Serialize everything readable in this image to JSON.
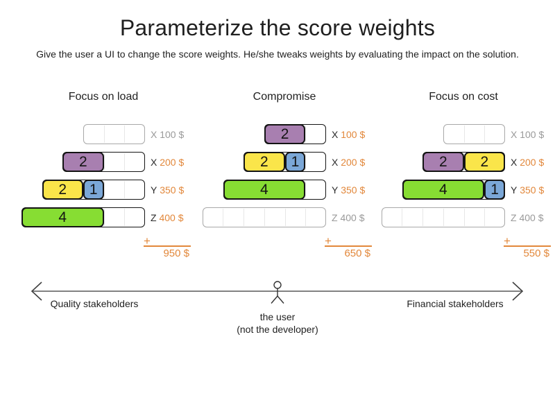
{
  "title": "Parameterize the score weights",
  "subtitle": "Give the user a UI to change the score weights. He/she tweaks weights by evaluating the impact on the solution.",
  "plus_sign": "+",
  "colors": {
    "purple": "#a87fb0",
    "yellow": "#fae54a",
    "blue": "#7ba7d7",
    "green": "#87dd33",
    "orange": "#e2873a",
    "grey_text": "#9a9a9a",
    "black": "#141414"
  },
  "scenarios": [
    {
      "name": "Focus on load",
      "total": "950 $",
      "rows": [
        {
          "resource": "X",
          "price": "100 $",
          "capacity": 3,
          "blocks": []
        },
        {
          "resource": "X",
          "price": "200 $",
          "capacity": 4,
          "blocks": [
            {
              "value": "2",
              "color": "purple",
              "size": 2
            }
          ]
        },
        {
          "resource": "Y",
          "price": "350 $",
          "capacity": 5,
          "blocks": [
            {
              "value": "2",
              "color": "yellow",
              "size": 2
            },
            {
              "value": "1",
              "color": "blue",
              "size": 1
            }
          ]
        },
        {
          "resource": "Z",
          "price": "400 $",
          "capacity": 6,
          "blocks": [
            {
              "value": "4",
              "color": "green",
              "size": 4
            }
          ]
        }
      ]
    },
    {
      "name": "Compromise",
      "total": "650 $",
      "rows": [
        {
          "resource": "X",
          "price": "100 $",
          "capacity": 3,
          "blocks": [
            {
              "value": "2",
              "color": "purple",
              "size": 2
            }
          ]
        },
        {
          "resource": "X",
          "price": "200 $",
          "capacity": 4,
          "blocks": [
            {
              "value": "2",
              "color": "yellow",
              "size": 2
            },
            {
              "value": "1",
              "color": "blue",
              "size": 1
            }
          ]
        },
        {
          "resource": "Y",
          "price": "350 $",
          "capacity": 5,
          "blocks": [
            {
              "value": "4",
              "color": "green",
              "size": 4
            }
          ]
        },
        {
          "resource": "Z",
          "price": "400 $",
          "capacity": 6,
          "blocks": []
        }
      ]
    },
    {
      "name": "Focus on cost",
      "total": "550 $",
      "rows": [
        {
          "resource": "X",
          "price": "100 $",
          "capacity": 3,
          "blocks": []
        },
        {
          "resource": "X",
          "price": "200 $",
          "capacity": 4,
          "blocks": [
            {
              "value": "2",
              "color": "purple",
              "size": 2
            },
            {
              "value": "2",
              "color": "yellow",
              "size": 2
            }
          ]
        },
        {
          "resource": "Y",
          "price": "350 $",
          "capacity": 5,
          "blocks": [
            {
              "value": "4",
              "color": "green",
              "size": 4
            },
            {
              "value": "1",
              "color": "blue",
              "size": 1
            }
          ]
        },
        {
          "resource": "Z",
          "price": "400 $",
          "capacity": 6,
          "blocks": []
        }
      ]
    }
  ],
  "axis": {
    "left_label": "Quality stakeholders",
    "right_label": "Financial stakeholders",
    "caption_line1": "the user",
    "caption_line2": "(not the developer)"
  }
}
